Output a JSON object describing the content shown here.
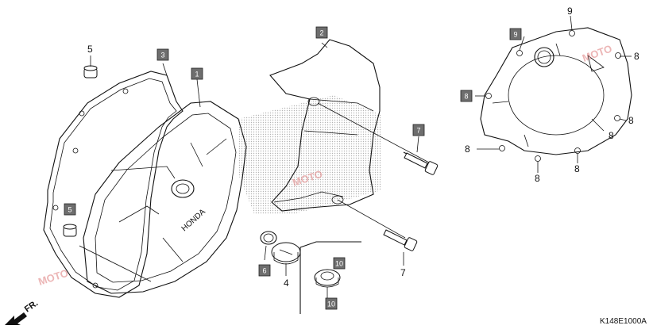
{
  "diagram": {
    "part_code": "K148E1000A",
    "front_marker": "FR.",
    "watermark": "MOTO",
    "callouts": {
      "c1": "1",
      "c2": "2",
      "c3": "3",
      "c4": "4",
      "c5a": "5",
      "c5b": "5",
      "c6": "6",
      "c7a": "7",
      "c7b": "7",
      "c9a": "9",
      "c9b": "9",
      "c10a": "10",
      "c10b": "10",
      "c8a": "8",
      "c8b": "8",
      "c8c": "8",
      "c8d": "8",
      "c8e": "8",
      "c8f": "8",
      "c8g": "8",
      "cover_brand": "HONDA"
    },
    "colors": {
      "box_fill": "#6e6e6e",
      "line": "#111111",
      "watermark": "#e08585"
    }
  }
}
